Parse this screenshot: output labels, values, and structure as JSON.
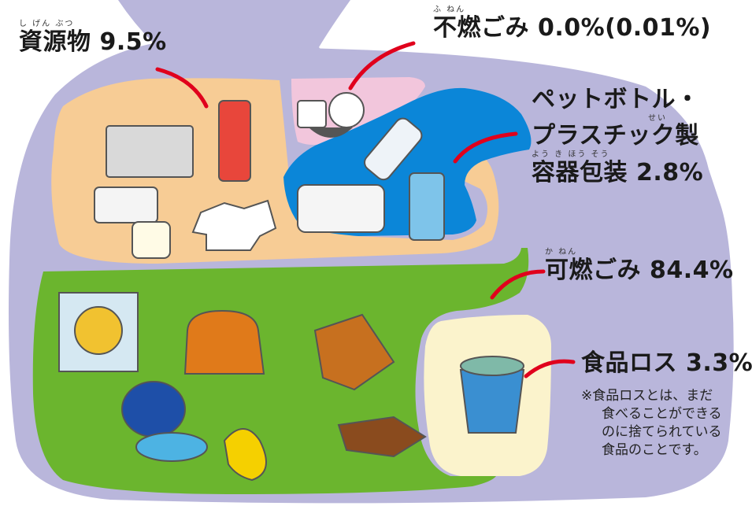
{
  "labels": {
    "resources": {
      "ruby": "し げん ぶつ",
      "text": "資源物 9.5%"
    },
    "nonburnable": {
      "ruby": "ふ ねん",
      "text": "不燃ごみ 0.0%(0.01%)"
    },
    "pet_line1": "ペットボトル・",
    "pet_line2": "プラスチック製",
    "pet_ruby_sei": "せい",
    "pet_ruby_line3": "よう き ほう そう",
    "pet_line3": "容器包装 2.8%",
    "burnable": {
      "ruby": "か ねん",
      "text": "可燃ごみ 84.4%"
    },
    "foodloss": {
      "text": "食品ロス 3.3%"
    }
  },
  "note": {
    "line1": "※食品ロスとは、まだ",
    "line2": "食べることができる",
    "line3": "のに捨てられている",
    "line4": "食品のことです。"
  },
  "colors": {
    "bag": "#b9b6db",
    "resources_area": "#f7cc95",
    "nonburnable_area": "#f2c6dc",
    "pet_area": "#0b86d8",
    "burnable_area": "#6bb52e",
    "foodloss_area": "#fbf3cc",
    "leader_line": "#e0001c"
  }
}
